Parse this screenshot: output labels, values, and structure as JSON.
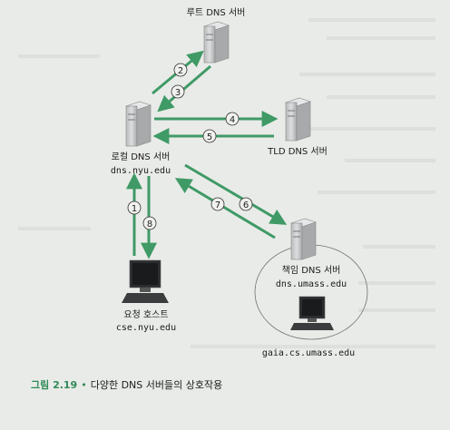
{
  "nodes": {
    "root": {
      "label": "루트 DNS 서버"
    },
    "local": {
      "label": "로컬 DNS 서버",
      "host": "dns.nyu.edu"
    },
    "tld": {
      "label": "TLD DNS 서버"
    },
    "auth": {
      "label": "책임 DNS 서버",
      "host": "dns.umass.edu"
    },
    "req": {
      "label": "요청 호스트",
      "host": "cse.nyu.edu"
    },
    "dest": {
      "host": "gaia.cs.umass.edu"
    }
  },
  "steps": [
    "1",
    "2",
    "3",
    "4",
    "5",
    "6",
    "7",
    "8"
  ],
  "caption": {
    "figure": "그림 2.19",
    "bullet": "•",
    "text": "다양한 DNS 서버들의 상호작용"
  },
  "colors": {
    "arrow": "#3f9a66",
    "server": "#c9cbcc",
    "background": "#e9ebe8"
  }
}
